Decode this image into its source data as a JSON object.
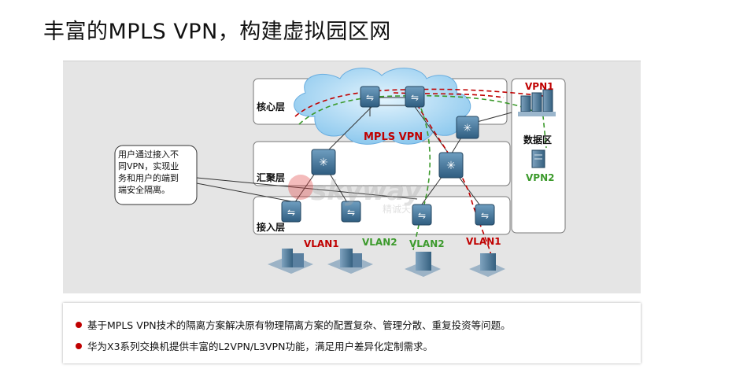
{
  "title": "丰富的MPLS VPN，构建虚拟园区网",
  "layers": {
    "core": "核心层",
    "aggregation": "汇聚层",
    "access": "接入层"
  },
  "cloud_label": "MPLS VPN",
  "datacenter": {
    "label": "数据区",
    "vpn1": "VPN1",
    "vpn2": "VPN2"
  },
  "vlans": {
    "v1_left": "VLAN1",
    "v2_left": "VLAN2",
    "v2_right": "VLAN2",
    "v1_right": "VLAN1"
  },
  "callout_lines": [
    "用户通过接入不",
    "同VPN，实现业",
    "务和用户的端到",
    "端安全隔离。"
  ],
  "watermark": {
    "brand": "skyway",
    "sub": "精诚天"
  },
  "bullets": [
    "基于MPLS VPN技术的隔离方案解决原有物理隔离方案的配置复杂、管理分散、重复投资等问题。",
    "华为X3系列交换机提供丰富的L2VPN/L3VPN功能，满足用户差异化定制需求。"
  ],
  "colors": {
    "vpn1": "#c00000",
    "vpn2": "#3c9a2c",
    "cloud": "#a9d5f3",
    "switch": "#3d6f94"
  }
}
